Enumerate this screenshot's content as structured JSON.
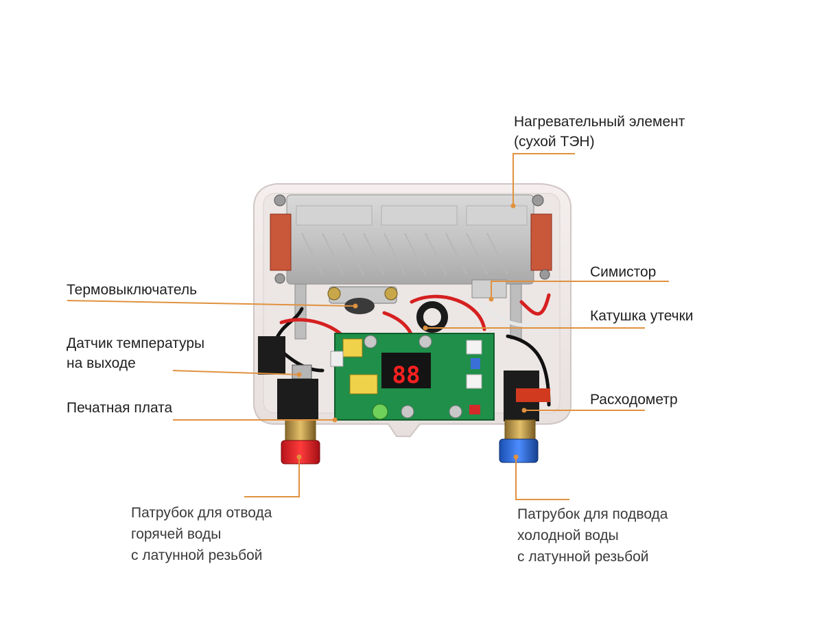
{
  "diagram": {
    "accent_color": "#e0913e",
    "labels": {
      "heating_element": [
        "Нагревательный элемент",
        "(сухой ТЭН)"
      ],
      "triac": [
        "Симистор"
      ],
      "thermal_switch": [
        "Термовыключатель"
      ],
      "leakage_coil": [
        "Катушка утечки"
      ],
      "temp_sensor": [
        "Датчик температуры",
        "на выходе"
      ],
      "flowmeter": [
        "Расходометр"
      ],
      "pcb": [
        "Печатная плата"
      ],
      "hot_outlet": [
        "Патрубок для отвода",
        "горячей воды",
        "с латунной резьбой"
      ],
      "cold_inlet": [
        "Патрубок для подвода",
        "холодной воды",
        "с латунной резьбой"
      ]
    },
    "display_digits": "88"
  }
}
